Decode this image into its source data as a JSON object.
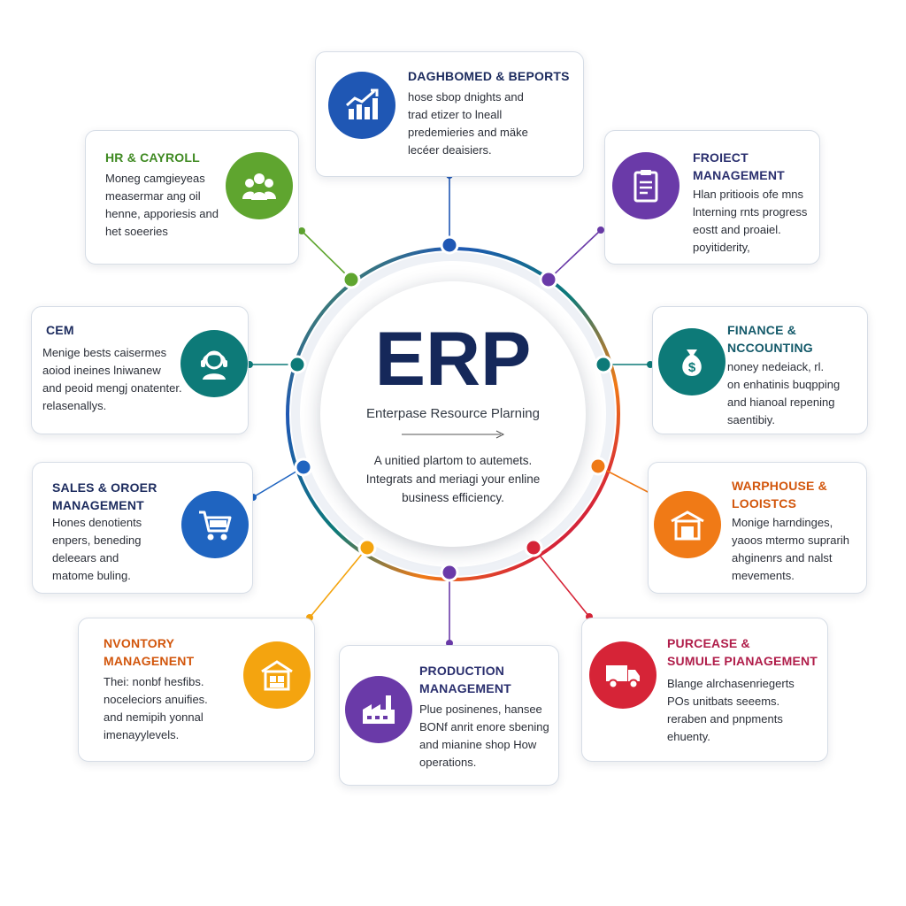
{
  "hub": {
    "title": "ERP",
    "subtitle": "Enterpase Resource Plarning",
    "description": "A unitied plartom to autemets.\nIntegrats and meriagi your enline\nbusiness efficiency."
  },
  "modules": [
    {
      "key": "dashboard",
      "title": "DAGHBOMED & BEPORTS",
      "description": "hose sbop dnights and\ntrad etizer to lneall\npredemieries and mäke\nlecéer deaisiers.",
      "color": "#1f57b4",
      "title_color": "#1c2b5e",
      "icon": "chart-icon"
    },
    {
      "key": "project",
      "title": "FROIECT\nMANAGEMENT",
      "description": "Hlan pritioois ofe mns\nlnterning rnts progress\neostt and proaiel.\npoyitiderity,",
      "color": "#6a3aa8",
      "title_color": "#2a2f6e",
      "icon": "clipboard-icon"
    },
    {
      "key": "finance",
      "title": "FINANCE &\nNCCOUNTING",
      "description": "noney nedeiack, rl.\non enhatinis buqpping\nand hianoal repening\nsaentibiy.",
      "color": "#0d7a78",
      "title_color": "#145a6a",
      "icon": "money-bag-icon"
    },
    {
      "key": "warehouse",
      "title": "WARPHOUSE &\nLOOISTCS",
      "description": "Monige harndinges,\nyaoos mtermo suprarih\nahginenrs and nalst\nmevements.",
      "color": "#f07a16",
      "title_color": "#d2560c",
      "icon": "warehouse-icon"
    },
    {
      "key": "purchase",
      "title": "PURCEASE &\nSUMULE PIANAGEMENT",
      "description": "Blange alrchasenriegerts\nPOs unitbats seeems.\nreraben and pnpments\nehuenty.",
      "color": "#d62437",
      "title_color": "#b01d4a",
      "icon": "truck-icon"
    },
    {
      "key": "production",
      "title": "PRODUCTION\nMANAGEMENT",
      "description": "Plue posinenes, hansee\nBONf anrit enore sbening\nand mianine shop How\noperations.",
      "color": "#6a3aa8",
      "title_color": "#2a2f6e",
      "icon": "factory-icon"
    },
    {
      "key": "inventory",
      "title": "NVONTORY\nMANAGENENT",
      "description": "Thei: nonbf hesfibs.\nnoceleciors anuifies.\nand nemipih yonnal\nimenayylevels.",
      "color": "#f4a40f",
      "title_color": "#d2560c",
      "icon": "box-building-icon"
    },
    {
      "key": "sales",
      "title": "SALES & OROER\nMANAGEMENT",
      "description": "Hones denotients\nenpers, beneding\ndeleears and\nmatome buling.",
      "color": "#1f64c0",
      "title_color": "#1c2b5e",
      "icon": "cart-icon"
    },
    {
      "key": "crm",
      "title": "CEM",
      "description": "Menige bests caisermes\naoiod ineines lniwanew\nand peoid mengj onatenter.\nrelasenallys.",
      "color": "#0d7a78",
      "title_color": "#1c2b5e",
      "icon": "headset-icon"
    },
    {
      "key": "hr",
      "title": "HR & CAYROLL",
      "description": "Moneg camgieyeas\nmeasermar ang oil\nhenne, apporiesis and\nhet soeeries",
      "color": "#5fa52f",
      "title_color": "#3f8a22",
      "icon": "people-icon"
    }
  ],
  "ring_node_colors": [
    "#1f57b4",
    "#6a3aa8",
    "#0d7a78",
    "#f07a16",
    "#d62437",
    "#6a3aa8",
    "#f4a40f",
    "#1f64c0",
    "#0d7a78",
    "#5fa52f"
  ]
}
